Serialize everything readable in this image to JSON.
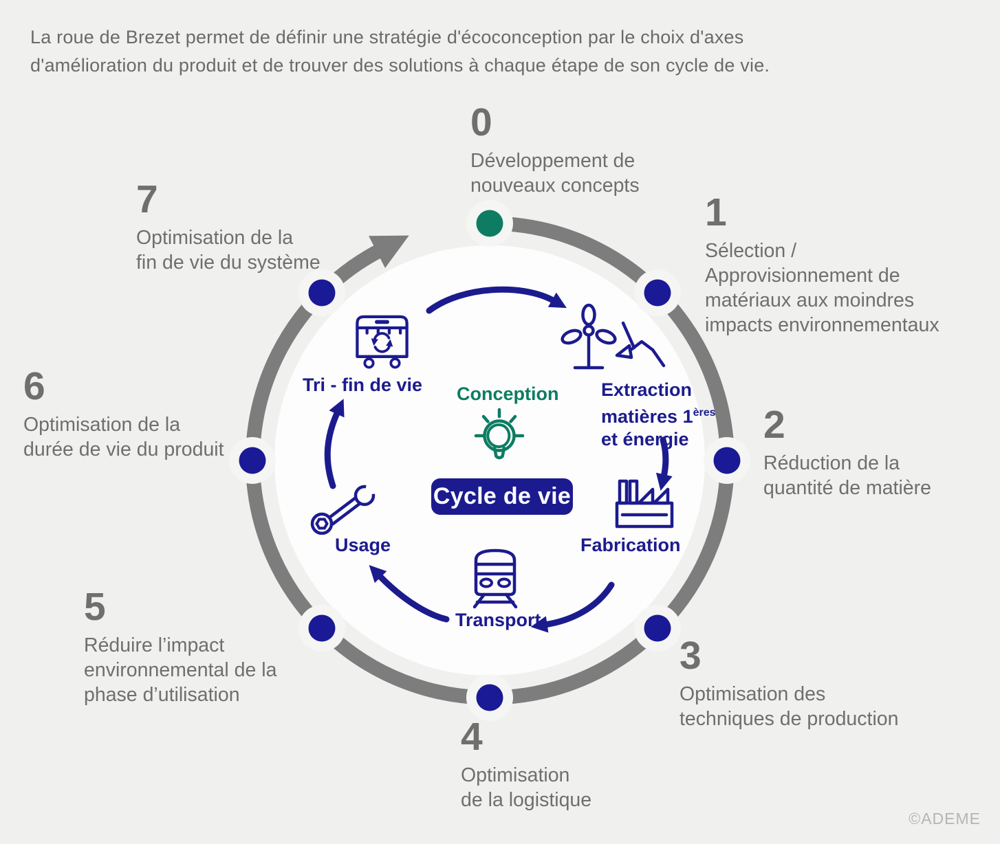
{
  "page": {
    "background": "#f0f0ee",
    "credit": "©ADEME"
  },
  "intro_lines": [
    "La roue de Brezet permet de définir une stratégie d'écoconception par le choix d'axes",
    "d'amélioration du produit et de trouver des solutions à chaque étape de son cycle de vie."
  ],
  "colors": {
    "navy": "#1c1b8e",
    "dot_navy": "#1a1a96",
    "green": "#0d7c62",
    "ring_gray": "#7d7d7d",
    "text_gray": "#6f6f6f",
    "badge_bg": "#1b1b8f",
    "inner_circle": "#fdfdfd",
    "halo": "#f5f5f3",
    "credit_gray": "#b5b5b5"
  },
  "badge": {
    "label": "Cycle de vie"
  },
  "steps": [
    {
      "num": "0",
      "label": [
        "Développement de",
        "nouveaux concepts"
      ],
      "dot_color": "#0d7c62"
    },
    {
      "num": "1",
      "label": [
        "Sélection /",
        "Approvisionnement de",
        "matériaux aux moindres",
        "impacts environnementaux"
      ],
      "dot_color": "#1a1a96"
    },
    {
      "num": "2",
      "label": [
        "Réduction de la",
        "quantité de matière"
      ],
      "dot_color": "#1a1a96"
    },
    {
      "num": "3",
      "label": [
        "Optimisation des",
        "techniques de production"
      ],
      "dot_color": "#1a1a96"
    },
    {
      "num": "4",
      "label": [
        "Optimisation",
        "de la logistique"
      ],
      "dot_color": "#1a1a96"
    },
    {
      "num": "5",
      "label": [
        "Réduire l’impact",
        "environnemental de la",
        "phase d’utilisation"
      ],
      "dot_color": "#1a1a96"
    },
    {
      "num": "6",
      "label": [
        "Optimisation de la",
        "durée de vie du produit"
      ],
      "dot_color": "#1a1a96"
    },
    {
      "num": "7",
      "label": [
        "Optimisation de la",
        "fin de vie du système"
      ],
      "dot_color": "#1a1a96"
    }
  ],
  "stages": {
    "tri": {
      "label": "Tri - fin de vie"
    },
    "conception": {
      "label": "Conception"
    },
    "extraction": {
      "line1": "Extraction",
      "line2": "matières 1",
      "sup": "ères",
      "line3": "et énergie"
    },
    "fabrication": {
      "label": "Fabrication"
    },
    "transport": {
      "label": "Transport"
    },
    "usage": {
      "label": "Usage"
    }
  },
  "icons": {
    "conception": "lightbulb-icon",
    "tri": "waste-container-recycle-icon",
    "extraction": "wind-turbine-pickaxe-icon",
    "fabrication": "factory-icon",
    "transport": "train-icon",
    "usage": "wrench-icon",
    "cycle_direction": "clockwise-arrow"
  }
}
